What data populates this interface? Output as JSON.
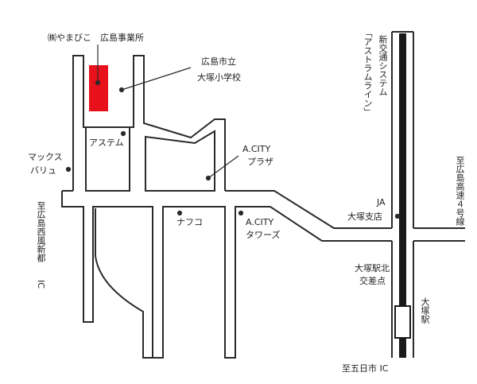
{
  "labels": {
    "office_line1": "㈱やまびこ　広島事業所",
    "school_line1": "広島市立",
    "school_line2": "大塚小学校",
    "astem": "アステム",
    "max_line1": "マックス",
    "max_line2": "バリュ",
    "acity_plaza_line1": "A.CITY",
    "acity_plaza_line2": "プラザ",
    "nafco": "ナフコ",
    "acity_towers_line1": "A.CITY",
    "acity_towers_line2": "タワーズ",
    "ja_line1": "JA",
    "ja_line2": "大塚支店",
    "station_north_line1": "大塚駅北",
    "station_north_line2": "交差点",
    "itsukaichi_ic": "至五日市 IC",
    "shinkotsu": "新交通システム",
    "astramline": "「アストラムライン」",
    "hiroshima_expressway": "至広島高速４号線",
    "nishi_fudo": "至広島西風新都",
    "nishi_fudo_ic": "IC",
    "otsuka_station": "大塚駅"
  },
  "colors": {
    "office_marker": "#e8101a",
    "road_outline": "#2a2a2a",
    "rail": "#1a1a1a"
  }
}
